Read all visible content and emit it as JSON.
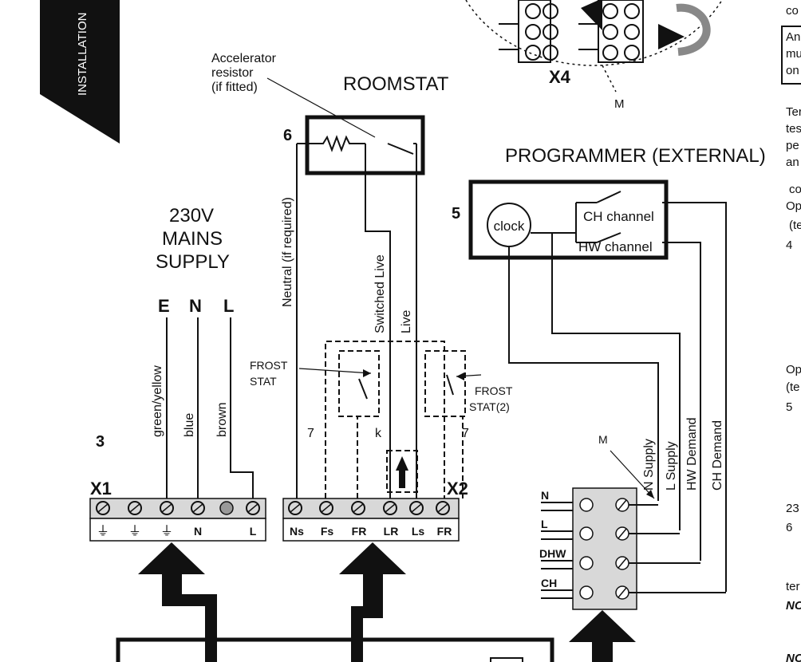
{
  "sidebar_tab": "INSTALLATION",
  "programmer": {
    "title": "PROGRAMMER (EXTERNAL)",
    "connector_label": "X4",
    "marker": "M"
  },
  "roomstat": {
    "title": "ROOMSTAT",
    "number": "6",
    "accelerator_note": [
      "Accelerator",
      "resistor",
      "(if fitted)"
    ]
  },
  "mains": {
    "title": [
      "230V",
      "MAINS",
      "SUPPLY"
    ],
    "terminals": [
      "E",
      "N",
      "L"
    ],
    "wires": [
      "green/yellow",
      "blue",
      "brown"
    ],
    "number": "3"
  },
  "wire_labels": {
    "neutral": "Neutral (if required)",
    "switched_live": "Switched Live",
    "live": "Live"
  },
  "frost": {
    "stat1": [
      "FROST",
      "STAT"
    ],
    "stat2": [
      "FROST",
      "STAT(2)"
    ],
    "n7a": "7",
    "k": "k",
    "n7b": "7"
  },
  "clock_box": {
    "number": "5",
    "clock": "clock",
    "ch": "CH channel",
    "hw": "HW channel"
  },
  "x1": {
    "label": "X1",
    "bottom": [
      "⏚",
      "⏚",
      "⏚",
      "N",
      "",
      "L"
    ]
  },
  "x2": {
    "label": "X2",
    "bottom": [
      "Ns",
      "Fs",
      "FR",
      "LR",
      "Ls",
      "FR"
    ]
  },
  "demand_block": {
    "marker": "M",
    "wires": [
      "N Supply",
      "L Supply",
      "HW Demand",
      "CH Demand"
    ],
    "terminals": [
      "N",
      "L",
      "DHW",
      "CH"
    ]
  },
  "right_text": [
    "co",
    "An",
    "mu",
    "on",
    "Ter",
    "tes",
    "pe",
    "an",
    "co",
    "Op",
    "(te",
    "4",
    "Op",
    "(te",
    "5",
    "23",
    "6",
    "ter",
    "NO",
    "NO"
  ]
}
